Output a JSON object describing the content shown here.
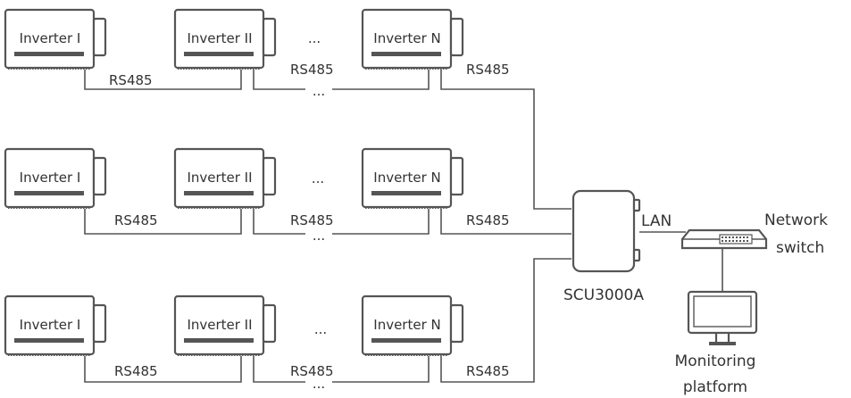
{
  "rows": [
    {
      "inverters": [
        "Inverter I",
        "Inverter II",
        "Inverter N"
      ],
      "ellipsis": "...",
      "links": [
        "RS485",
        "RS485",
        "RS485"
      ],
      "bus_ellipsis": "..."
    },
    {
      "inverters": [
        "Inverter I",
        "Inverter II",
        "Inverter N"
      ],
      "ellipsis": "...",
      "links": [
        "RS485",
        "RS485",
        "RS485"
      ],
      "bus_ellipsis": "..."
    },
    {
      "inverters": [
        "Inverter I",
        "Inverter II",
        "Inverter N"
      ],
      "ellipsis": "...",
      "links": [
        "RS485",
        "RS485",
        "RS485"
      ],
      "bus_ellipsis": "..."
    }
  ],
  "scu": {
    "label": "SCU3000A"
  },
  "lan_label": "LAN",
  "network_switch": {
    "line1": "Network",
    "line2": "switch"
  },
  "monitoring": {
    "line1": "Monitoring",
    "line2": "platform"
  },
  "colors": {
    "stroke": "#555555",
    "text": "#333333"
  }
}
